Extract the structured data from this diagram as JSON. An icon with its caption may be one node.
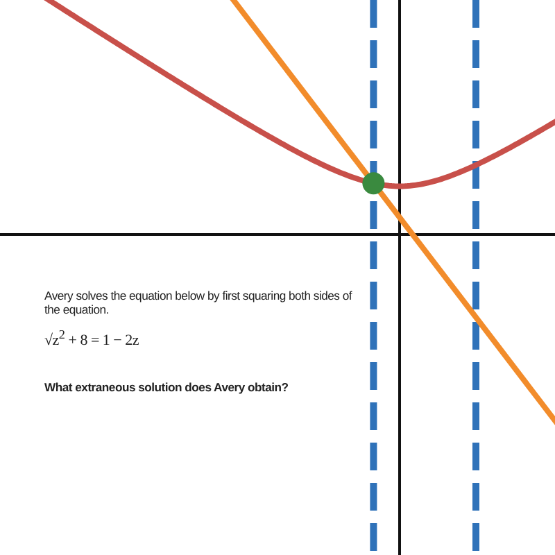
{
  "diagram": {
    "labels": [
      "Avery solves the equation below by first squaring both sides of the equation.",
      "√z$^{2}$ + 8 = 1 − 2z",
      "What extraneous solution does Avery obtain?"
    ]
  }
}
